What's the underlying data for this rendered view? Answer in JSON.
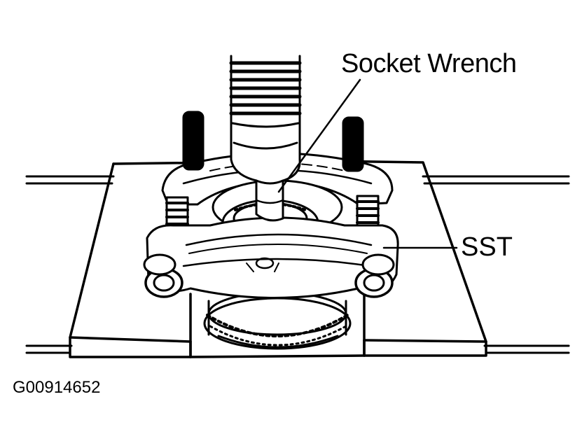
{
  "labels": {
    "socket_wrench": "Socket Wrench",
    "sst": "SST",
    "figure_code": "G00914652"
  },
  "colors": {
    "ink": "#000000",
    "paper": "#ffffff"
  }
}
